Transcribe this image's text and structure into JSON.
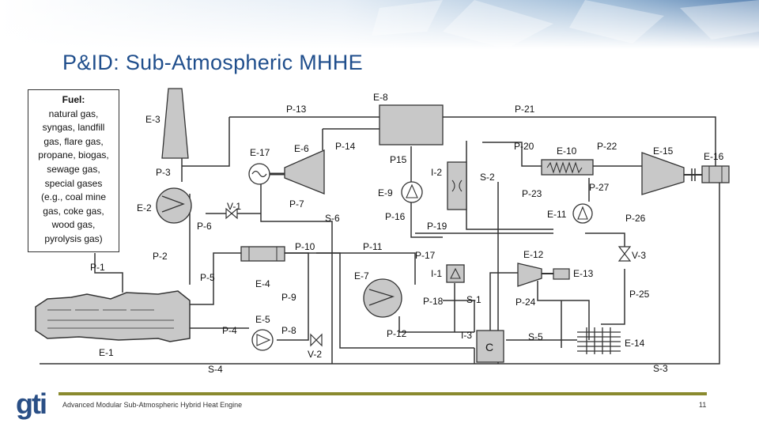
{
  "slide": {
    "title": "P&ID: Sub-Atmospheric MHHE",
    "footer": "Advanced Modular Sub-Atmospheric Hybrid Heat Engine",
    "page_number": "11",
    "logo_text": "gti"
  },
  "fuel_box": {
    "title": "Fuel:",
    "lines": [
      "natural gas,",
      "syngas, landfill",
      "gas, flare gas,",
      "propane, biogas,",
      "sewage gas,",
      "special gases",
      "(e.g., coal mine",
      "gas, coke gas,",
      "wood gas,",
      "pyrolysis gas)"
    ]
  },
  "labels": {
    "E1": "E-1",
    "E2": "E-2",
    "E3": "E-3",
    "E4": "E-4",
    "E5": "E-5",
    "E6": "E-6",
    "E7": "E-7",
    "E8": "E-8",
    "E9": "E-9",
    "E10": "E-10",
    "E11": "E-11",
    "E12": "E-12",
    "E13": "E-13",
    "E14": "E-14",
    "E15": "E-15",
    "E16": "E-16",
    "E17": "E-17",
    "P1": "P-1",
    "P2": "P-2",
    "P3": "P-3",
    "P4": "P-4",
    "P5": "P-5",
    "P6": "P-6",
    "P7": "P-7",
    "P8": "P-8",
    "P9": "P-9",
    "P10": "P-10",
    "P11": "P-11",
    "P12": "P-12",
    "P13": "P-13",
    "P14": "P-14",
    "P15": "P15",
    "P16": "P-16",
    "P17": "P-17",
    "P18": "P-18",
    "P19": "P-19",
    "P20": "P-20",
    "P21": "P-21",
    "P22": "P-22",
    "P23": "P-23",
    "P24": "P-24",
    "P25": "P-25",
    "P26": "P-26",
    "P27": "P-27",
    "S1": "S-1",
    "S2": "S-2",
    "S3": "S-3",
    "S4": "S-4",
    "S5": "S-5",
    "S6": "S-6",
    "V1": "V-1",
    "V2": "V-2",
    "V3": "V-3",
    "I1": "I-1",
    "I2": "I-2",
    "I3": "I-3",
    "C": "C"
  },
  "colors": {
    "title": "#1f4e8c",
    "equipment_fill": "#c8c8c8",
    "line": "#333333",
    "footer_rule": "#8a8a2e"
  }
}
